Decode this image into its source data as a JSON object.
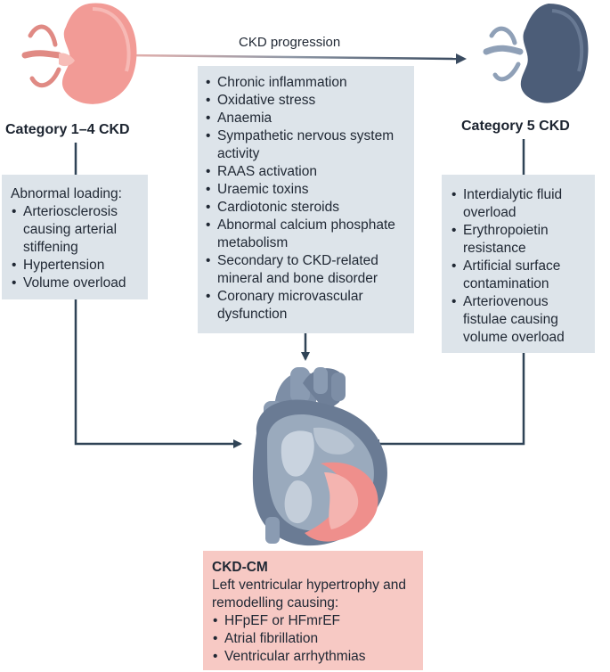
{
  "progression_label": "CKD progression",
  "left": {
    "title": "Category 1–4 CKD",
    "lead": "Abnormal loading:",
    "items": [
      "Arteriosclerosis causing arterial stiffening",
      "Hypertension",
      "Volume overload"
    ]
  },
  "right": {
    "title": "Category 5 CKD",
    "items": [
      "Interdialytic fluid overload",
      "Erythropoietin resistance",
      "Artificial surface contamination",
      "Arteriovenous fistulae causing volume overload"
    ]
  },
  "center": {
    "items": [
      "Chronic inflammation",
      "Oxidative stress",
      "Anaemia",
      "Sympathetic nervous system activity",
      "RAAS activation",
      "Uraemic toxins",
      "Cardiotonic steroids",
      "Abnormal calcium phosphate metabolism",
      "Secondary to CKD-related mineral and bone disorder",
      "Coronary microvascular dysfunction"
    ]
  },
  "outcome": {
    "title": "CKD-CM",
    "lead": "Left ventricular hypertrophy and remodelling causing:",
    "items": [
      "HFpEF or HFmrEF",
      "Atrial fibrillation",
      "Ventricular arrhythmias"
    ]
  },
  "colors": {
    "box": "#dde4ea",
    "arrow": "#2f4356",
    "kidney_healthy": "#f29b96",
    "kidney_diseased": "#4c5d78",
    "outcome_box": "#f7c9c4"
  }
}
